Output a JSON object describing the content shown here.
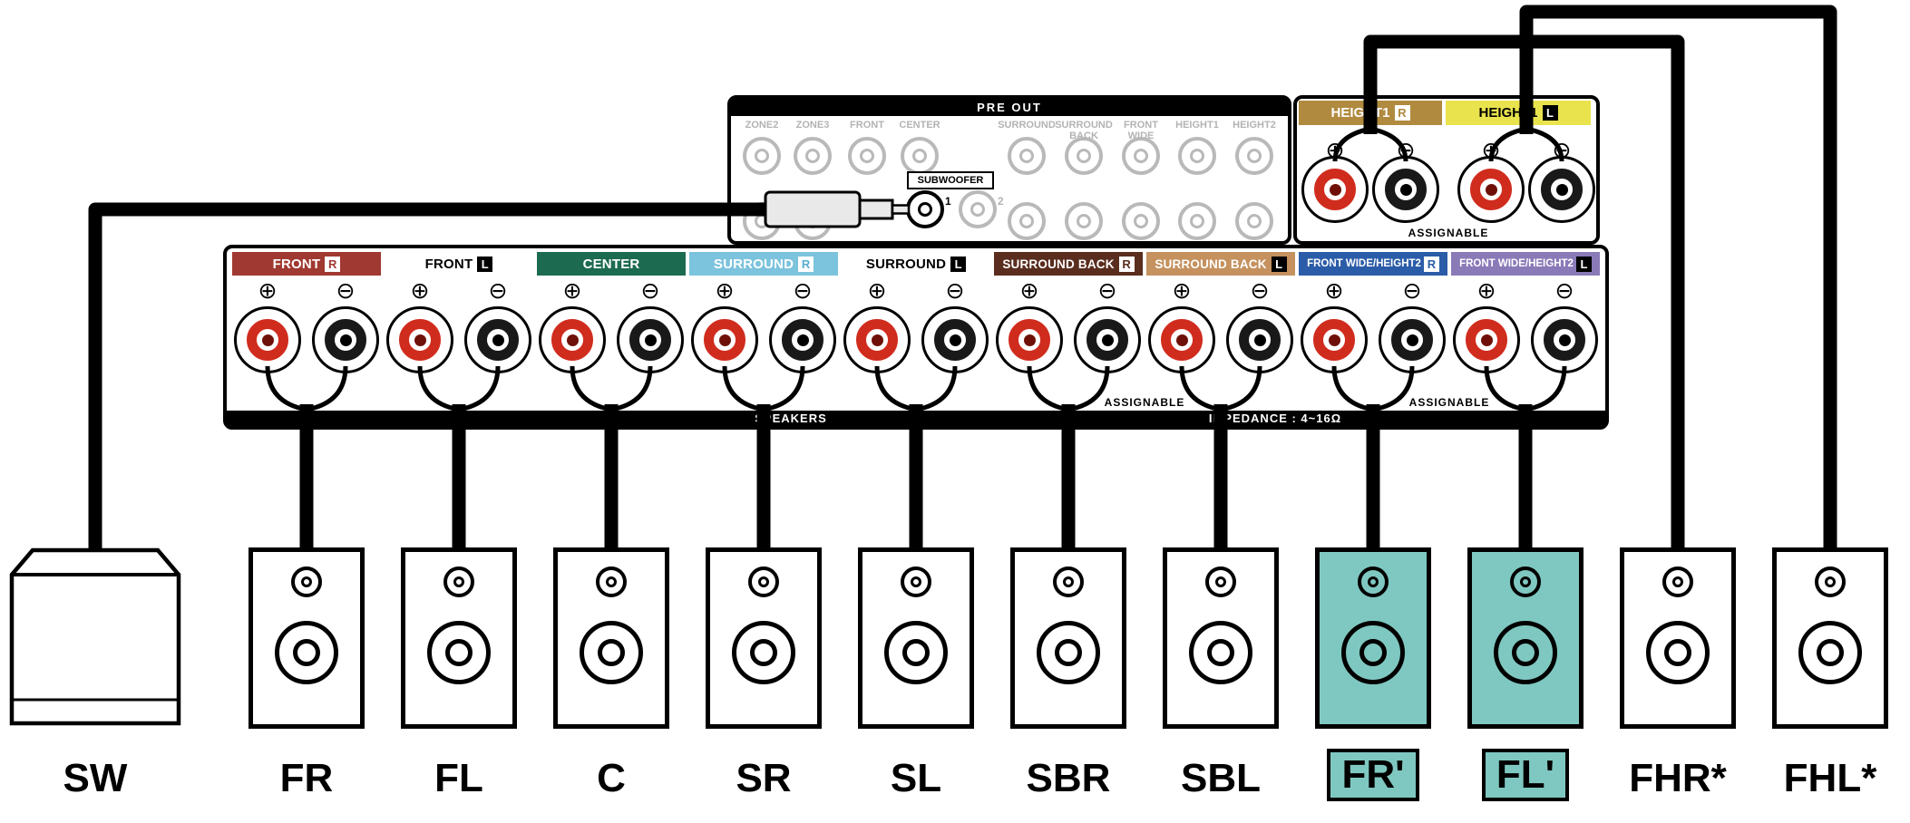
{
  "pre_out": {
    "title": "PRE OUT",
    "channel_labels": [
      "ZONE2",
      "ZONE3",
      "FRONT",
      "CENTER",
      "SURROUND",
      "SURROUND\nBACK",
      "FRONT\nWIDE",
      "HEIGHT1",
      "HEIGHT2"
    ],
    "subwoofer": {
      "label": "SUBWOOFER",
      "numbers": [
        "1",
        "2"
      ]
    }
  },
  "height1_panel": {
    "terminals": [
      {
        "name": "HEIGHT1",
        "channel": "R",
        "bg": "#B08A3E",
        "fg": "#FFFFFF",
        "box_bg": "#FFFFFF",
        "box_fg": "#B08A3E"
      },
      {
        "name": "HEIGHT1",
        "channel": "L",
        "bg": "#E9E34D",
        "fg": "#000000",
        "box_bg": "#000000",
        "box_fg": "#FFFFFF"
      }
    ],
    "assignable_label": "ASSIGNABLE"
  },
  "speaker_panel": {
    "terminals": [
      {
        "name": "FRONT",
        "channel": "R",
        "bg": "#A03931",
        "fg": "#FFFFFF",
        "box_bg": "#FFFFFF",
        "box_fg": "#A03931"
      },
      {
        "name": "FRONT",
        "channel": "L",
        "bg": "#FFFFFF",
        "fg": "#000000",
        "box_bg": "#000000",
        "box_fg": "#FFFFFF"
      },
      {
        "name": "CENTER",
        "channel": null,
        "bg": "#1C6B51",
        "fg": "#FFFFFF",
        "box_bg": null,
        "box_fg": null
      },
      {
        "name": "SURROUND",
        "channel": "R",
        "bg": "#7CC3DD",
        "fg": "#FFFFFF",
        "box_bg": "#FFFFFF",
        "box_fg": "#58AFD2"
      },
      {
        "name": "SURROUND",
        "channel": "L",
        "bg": "#FFFFFF",
        "fg": "#000000",
        "box_bg": "#000000",
        "box_fg": "#FFFFFF"
      },
      {
        "name": "SURROUND BACK",
        "channel": "R",
        "bg": "#5A2D1E",
        "fg": "#FFFFFF",
        "box_bg": "#FFFFFF",
        "box_fg": "#5A2D1E"
      },
      {
        "name": "SURROUND BACK",
        "channel": "L",
        "bg": "#C5915E",
        "fg": "#FFFFFF",
        "box_bg": "#000000",
        "box_fg": "#FFFFFF"
      },
      {
        "name": "FRONT WIDE/HEIGHT2",
        "channel": "R",
        "bg": "#2B5CA8",
        "fg": "#FFFFFF",
        "box_bg": "#FFFFFF",
        "box_fg": "#2B5CA8"
      },
      {
        "name": "FRONT WIDE/HEIGHT2",
        "channel": "L",
        "bg": "#8A7AB8",
        "fg": "#FFFFFF",
        "box_bg": "#000000",
        "box_fg": "#FFFFFF"
      }
    ],
    "assignable_label": "ASSIGNABLE",
    "speakers_label": "SPEAKERS",
    "impedance_label": "IMPEDANCE : 4~16Ω"
  },
  "symbols": {
    "plus": "⊕",
    "minus": "⊖"
  },
  "colors": {
    "highlight_fill": "#7FC8C1"
  },
  "speakers": [
    {
      "label": "SW"
    },
    {
      "label": "FR"
    },
    {
      "label": "FL"
    },
    {
      "label": "C"
    },
    {
      "label": "SR"
    },
    {
      "label": "SL"
    },
    {
      "label": "SBR"
    },
    {
      "label": "SBL"
    },
    {
      "label": "FR'",
      "highlighted": true
    },
    {
      "label": "FL'",
      "highlighted": true
    },
    {
      "label": "FHR*"
    },
    {
      "label": "FHL*"
    }
  ]
}
